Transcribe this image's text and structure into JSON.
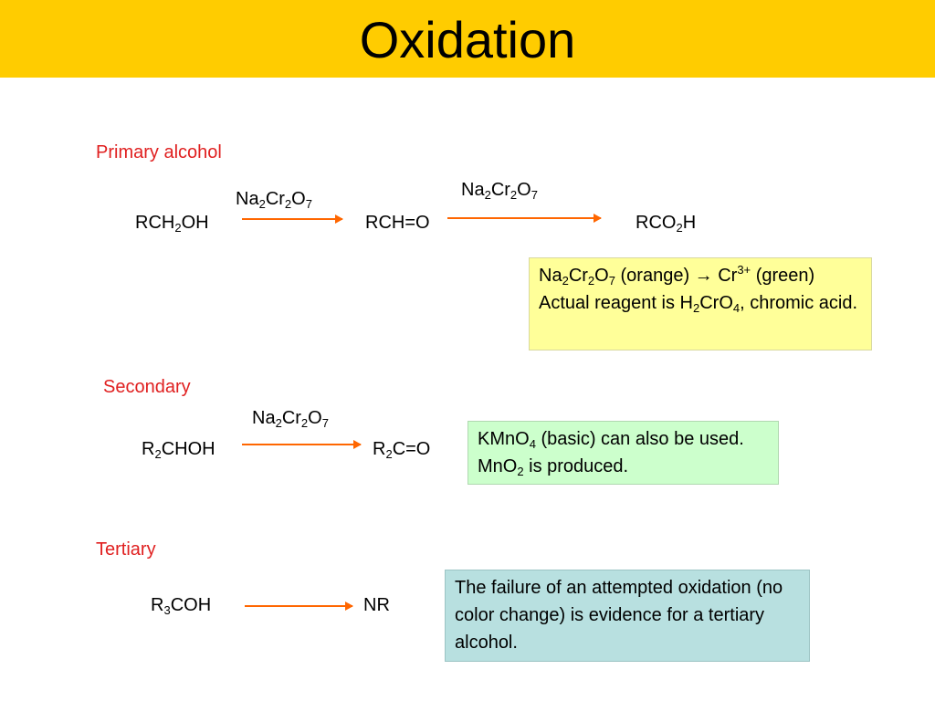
{
  "slide": {
    "title": "Oxidation"
  },
  "primary": {
    "heading": "Primary alcohol",
    "reagent": "Na2Cr2O7",
    "reactant": "RCH2OH",
    "intermediate": "RCH=O",
    "product": "RCO2H",
    "note": "Na2Cr2O7 (orange) → Cr3+ (green) Actual reagent is H2CrO4, chromic acid."
  },
  "secondary": {
    "heading": "Secondary",
    "reagent": "Na2Cr2O7",
    "reactant": "R2CHOH",
    "product": "R2C=O",
    "note": "KMnO4 (basic) can also be used. MnO2 is produced."
  },
  "tertiary": {
    "heading": "Tertiary",
    "reactant": "R3COH",
    "product": "NR",
    "note": "The failure of an attempted oxidation (no color change) is evidence for a tertiary alcohol."
  },
  "colors": {
    "title_band": "#ffcc00",
    "heading": "#e02020",
    "arrow": "#ff6600",
    "note_yellow": "#ffff99",
    "note_green": "#ccffcc",
    "note_blue": "#b8e0e0"
  }
}
